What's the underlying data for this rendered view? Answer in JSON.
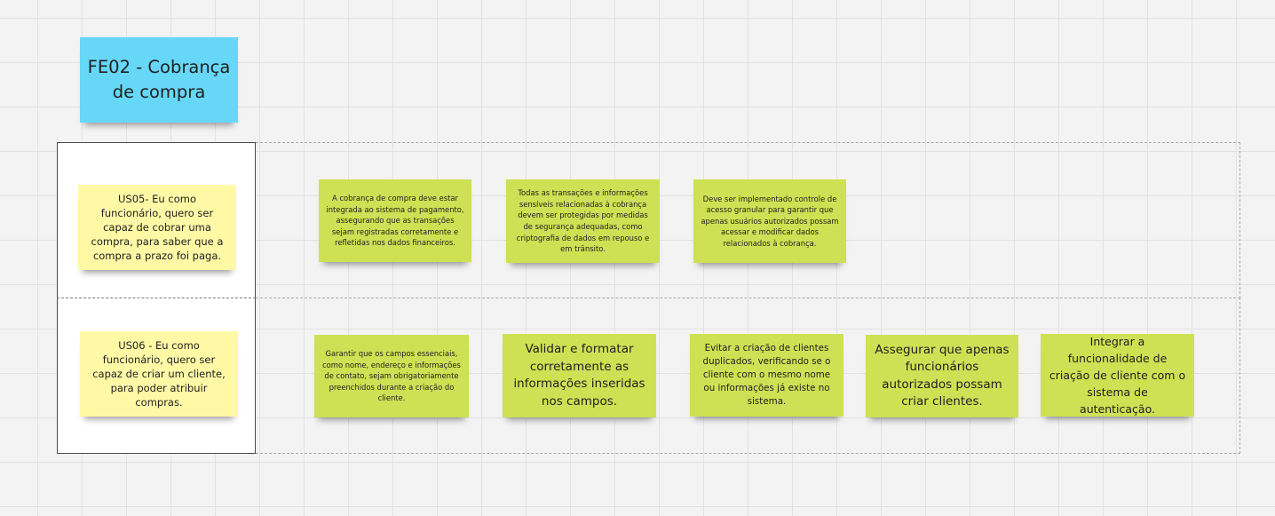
{
  "board": {
    "title": "FE02 - Cobrança de compra",
    "colors": {
      "background": "#f3f3f3",
      "title_note": "#67d7f8",
      "story_note": "#fff9a6",
      "task_note": "#cee154"
    },
    "rows": [
      {
        "story": "US05- Eu como funcionário, quero ser capaz de cobrar uma compra, para saber que a compra a prazo foi paga.",
        "notes": [
          "A cobrança de compra deve estar integrada ao sistema de pagamento, assegurando que as transações sejam registradas corretamente e refletidas nos dados financeiros.",
          "Todas as transações e informações sensíveis relacionadas à cobrança devem ser protegidas por medidas de segurança adequadas, como criptografia de dados em repouso e em trânsito.",
          "Deve ser implementado controle de acesso granular para garantir que apenas usuários autorizados possam acessar e modificar dados relacionados à cobrança."
        ]
      },
      {
        "story": "US06 - Eu como funcionário, quero ser capaz de criar um cliente, para poder atribuir compras.",
        "notes": [
          "Garantir que os campos essenciais, como nome, endereço e informações de contato, sejam obrigatoriamente preenchidos durante a criação do cliente.",
          "Validar e formatar corretamente as informações inseridas nos campos.",
          "Evitar a criação de clientes duplicados, verificando se o cliente com o mesmo nome ou informações já existe no sistema.",
          "Assegurar que apenas funcionários autorizados possam criar clientes.",
          "Integrar a funcionalidade de criação de cliente com o sistema de autenticação."
        ]
      }
    ]
  }
}
